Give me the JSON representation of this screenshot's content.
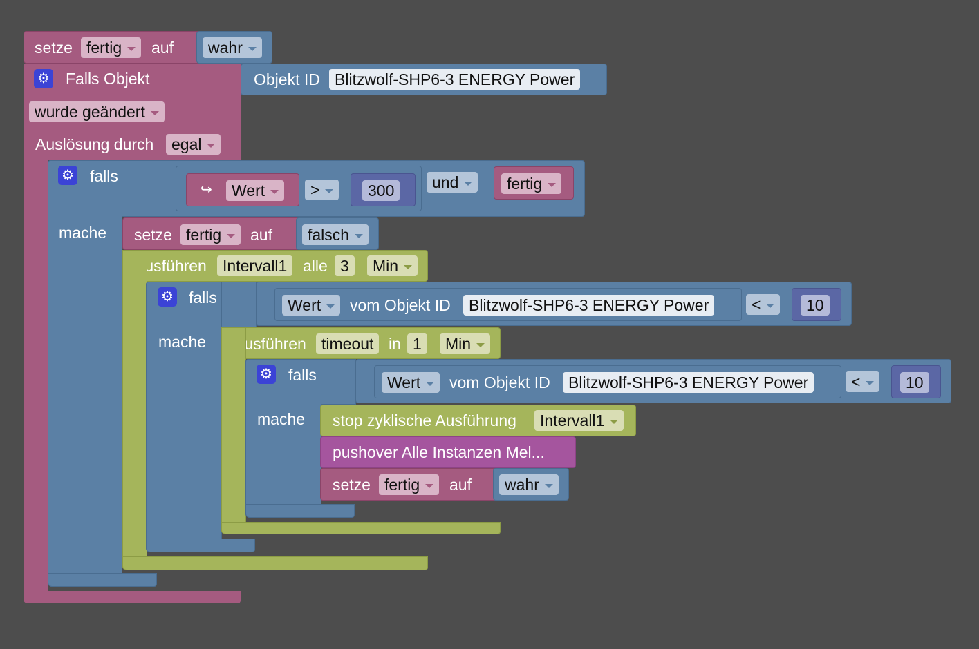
{
  "set1": {
    "label": "setze",
    "var": "fertig",
    "to": "auf",
    "value": "wahr"
  },
  "trigger": {
    "title": "Falls Objekt",
    "object_id_label": "Objekt ID",
    "object_id": "Blitzwolf-SHP6-3 ENERGY  Power",
    "changed": "wurde geändert",
    "triggered_by_label": "Auslösung durch",
    "triggered_by": "egal"
  },
  "if1": {
    "if": "falls",
    "do": "mache",
    "var": "Wert",
    "op": ">",
    "value": "300",
    "logic": "und",
    "var2": "fertig"
  },
  "set2": {
    "label": "setze",
    "var": "fertig",
    "to": "auf",
    "value": "falsch"
  },
  "interval": {
    "label": "Ausführen",
    "name": "Intervall1",
    "every": "alle",
    "value": "3",
    "unit": "Min"
  },
  "if2": {
    "if": "falls",
    "do": "mache",
    "var": "Wert",
    "of_object": "vom Objekt ID",
    "object_id": "Blitzwolf-SHP6-3 ENERGY  Power",
    "op": "<",
    "value": "10"
  },
  "timeout": {
    "label": "Ausführen",
    "name": "timeout",
    "in": "in",
    "value": "1",
    "unit": "Min"
  },
  "if3": {
    "if": "falls",
    "do": "mache",
    "var": "Wert",
    "of_object": "vom Objekt ID",
    "object_id": "Blitzwolf-SHP6-3 ENERGY  Power",
    "op": "<",
    "value": "10"
  },
  "stop": {
    "label": "stop zyklische Ausführung",
    "name": "Intervall1"
  },
  "pushover": {
    "label": "pushover Alle Instanzen Mel..."
  },
  "set3": {
    "label": "setze",
    "var": "fertig",
    "to": "auf",
    "value": "wahr"
  }
}
